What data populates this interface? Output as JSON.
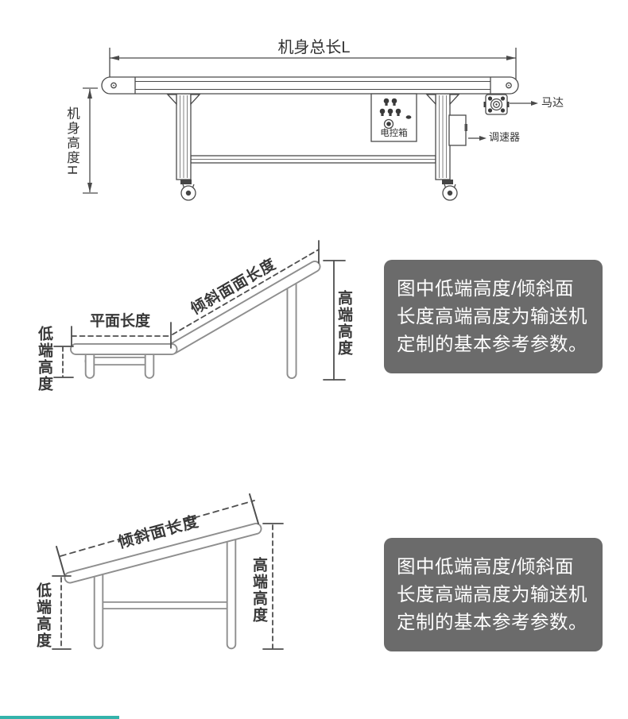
{
  "page": {
    "background": "#ffffff"
  },
  "colors": {
    "top_line": "#4a4a4a",
    "body_line": "#8e8e8e",
    "dim_line": "#4f4f4f",
    "note_bg": "#6b6b6b",
    "note_text": "#ffffff",
    "accent_strip": "#35b3ab"
  },
  "top_diagram": {
    "title": "机身总长L",
    "height_label": "机身高度H",
    "motor_label": "马达",
    "speed_controller_label": "调速器",
    "control_box_label": "电控箱"
  },
  "middle_diagram": {
    "flat_length_label": "平面长度",
    "incline_length_label": "倾斜面面长度",
    "low_end_height_label": "低端高度",
    "high_end_height_label": "高端高度",
    "note": "图中低端高度/倾斜面\n长度高端高度为输送机\n定制的基本参考参数。"
  },
  "bottom_diagram": {
    "incline_length_label": "倾斜面长度",
    "low_end_height_label": "低端高度",
    "high_end_height_label": "高端高度",
    "note": "图中低端高度/倾斜面\n长度高端高度为输送机\n定制的基本参考参数。"
  }
}
